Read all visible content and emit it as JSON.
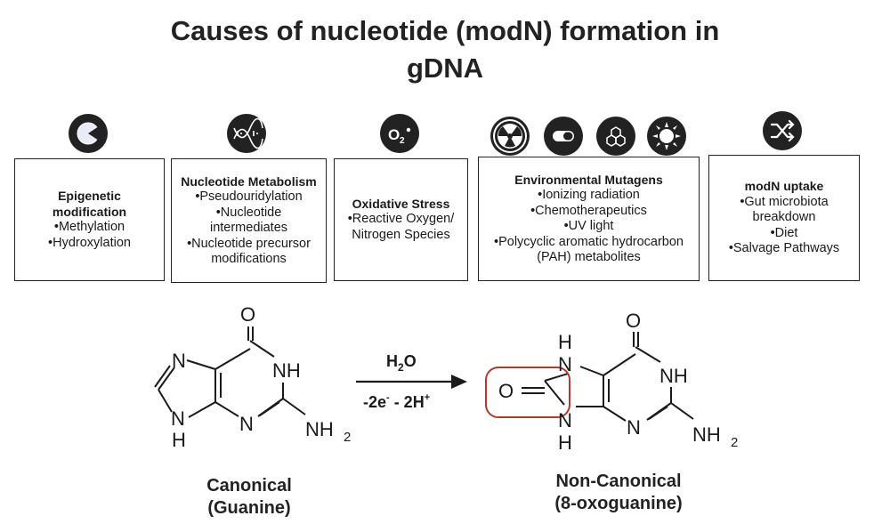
{
  "title": "Causes of nucleotide (modN) formation in gDNA",
  "categories": [
    {
      "icon": "pie-chart-icon",
      "title": "Epigenetic modification",
      "items": [
        "Methylation",
        "Hydroxylation"
      ]
    },
    {
      "icon": "dna-helix-icon",
      "title": "Nucleotide Metabolism",
      "items": [
        "Pseudouridylation",
        "Nucleotide intermediates",
        "Nucleotide precursor modifications"
      ]
    },
    {
      "icon": "oxygen-radical-icon",
      "title": "Oxidative Stress",
      "items": [
        "•Reactive Oxygen/ Nitrogen Species"
      ]
    },
    {
      "icon": "radiation-icon",
      "title": "Environmental Mutagens",
      "items": [
        "Ionizing radiation",
        "Chemotherapeutics",
        "UV light",
        "Polycyclic aromatic hydrocarbon (PAH) metabolites"
      ]
    },
    {
      "icon": "shuffle-icon",
      "title": "modN uptake",
      "items": [
        "Gut microbiota breakdown",
        "Diet",
        "Salvage Pathways"
      ]
    }
  ],
  "env_icons": [
    "radiation-icon",
    "capsule-icon",
    "hexagon-rings-icon",
    "sun-icon"
  ],
  "oxygen_symbol": "O",
  "oxygen_sub": "2",
  "reaction": {
    "reagent_top": "H",
    "reagent_top_sub": "2",
    "reagent_top_end": "O",
    "reagent_bottom": "-2e",
    "reagent_bottom_sup": "-",
    "reagent_bottom_mid": " - 2H",
    "reagent_bottom_sup2": "+"
  },
  "atoms": {
    "O": "O",
    "N": "N",
    "NH": "NH",
    "H": "H",
    "NH2": "NH",
    "NH2_sub": "2"
  },
  "highlight_color": "#b03a2e",
  "canonical": {
    "label_line1": "Canonical",
    "label_line2": "(Guanine)"
  },
  "non_canonical": {
    "label_line1": "Non-Canonical",
    "label_line2": "(8-oxoguanine)"
  }
}
